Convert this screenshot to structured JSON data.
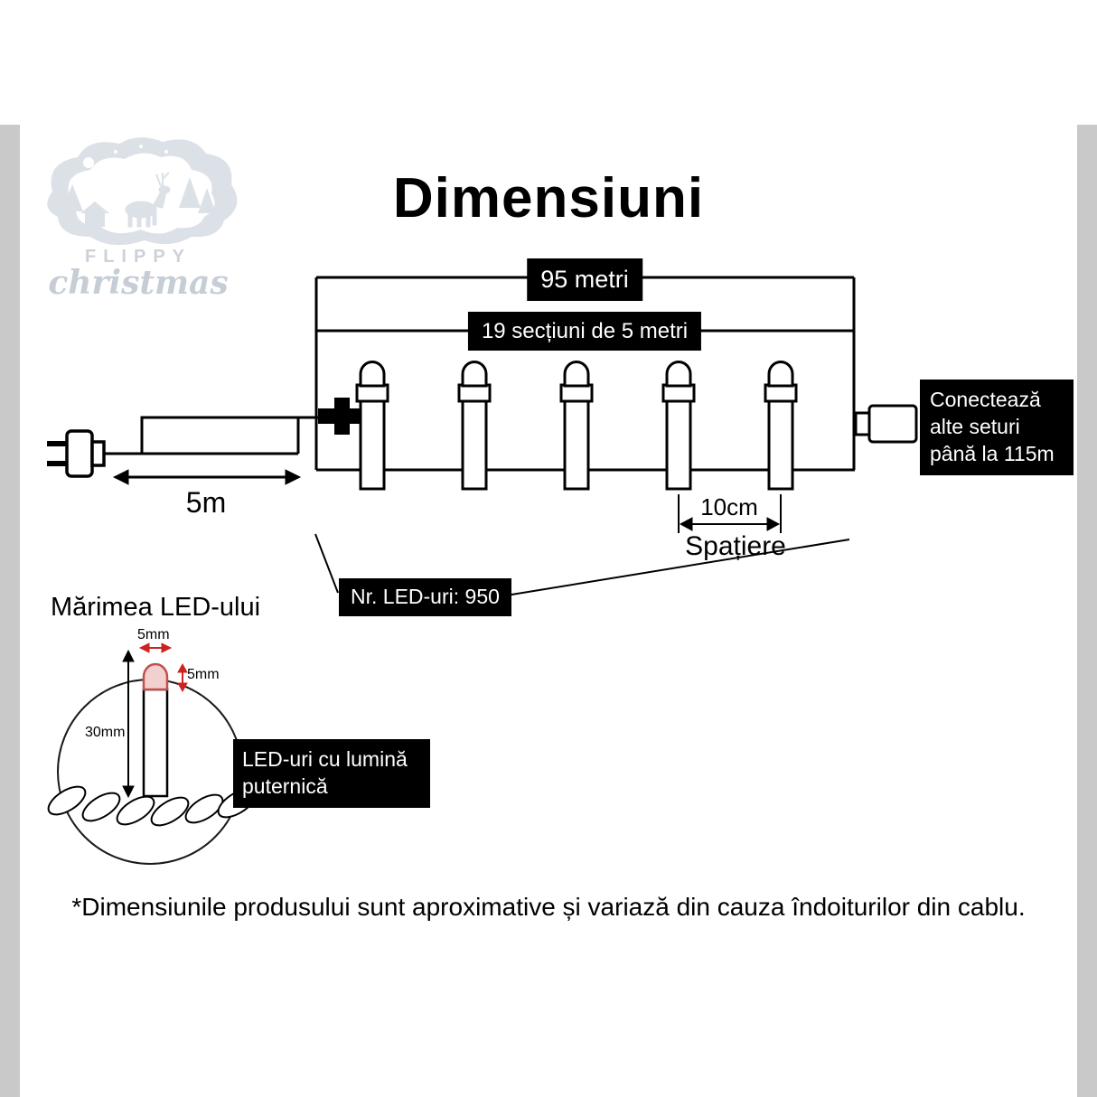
{
  "page": {
    "title": "Dimensiuni",
    "footer_note": "*Dimensiunile produsului sunt aproximative și variază din cauza îndoiturilor din cablu."
  },
  "logo": {
    "brand_name": "FLIPPY",
    "brand_script": "christmas"
  },
  "dimensions_diagram": {
    "total_length": "95 metri",
    "sections": "19 secțiuni de 5 metri",
    "lead_length": "5m",
    "extension_note": "Conectează alte seturi până la 115m",
    "led_count": "Nr. LED-uri: 950",
    "spacing_value": "10cm",
    "spacing_label": "Spațiere"
  },
  "led_size": {
    "heading": "Mărimea LED-ului",
    "tip_width": "5mm",
    "tip_height": "5mm",
    "body_height": "30mm",
    "callout": "LED-uri cu lumină puternică"
  },
  "colors": {
    "background": "#ffffff",
    "side_strips": "#c9c9c9",
    "label_box_bg": "#000000",
    "label_box_text": "#ffffff",
    "diagram_lines": "#000000",
    "led_tip_fill": "#f2d0d0",
    "led_tip_stroke": "#c0504d",
    "dimension_arrow_red": "#cc2222",
    "logo_gray": "#dce1e7"
  }
}
